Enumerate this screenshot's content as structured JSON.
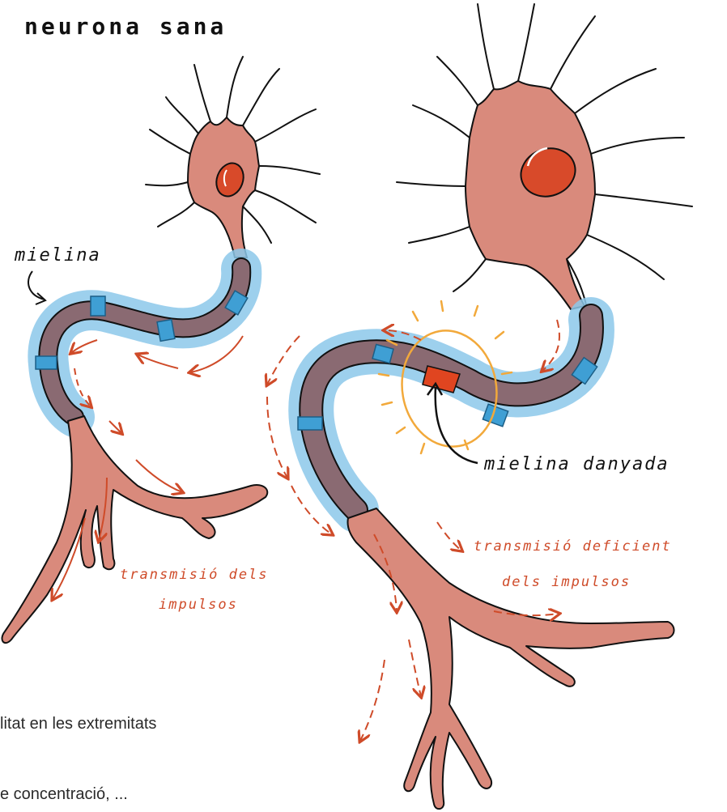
{
  "title": "neurona sana",
  "labels": {
    "myelin": "mielina",
    "damaged_myelin": "mielina danyada",
    "transmission_line1": "transmisió dels",
    "transmission_line2": "impulsos",
    "deficient_line1": "transmisió deficient",
    "deficient_line2": "dels impulsos"
  },
  "text_fragments": {
    "line1": "litat en les extremitats",
    "line2": "e concentració, ..."
  },
  "colors": {
    "cell_body": "#d98a7c",
    "nucleus": "#d84a2a",
    "myelin": "#8cc8ea",
    "axon": "#8a6a72",
    "damage": "#e04520",
    "arrows": "#cf4b29",
    "damage_ring": "#f2a93b",
    "outline": "#111111"
  }
}
